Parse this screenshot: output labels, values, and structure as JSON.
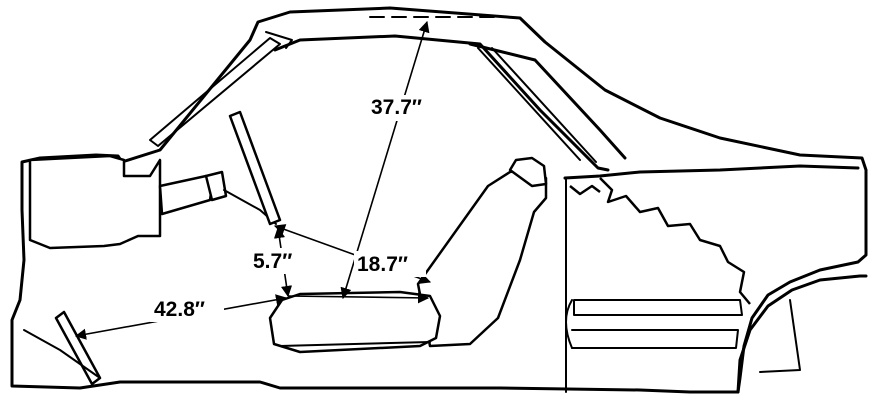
{
  "dimensions": {
    "headroom": "37.7″",
    "seat_height_to_belt": "5.7″",
    "seat_back_to_belt": "18.7″",
    "legroom": "42.8″"
  }
}
